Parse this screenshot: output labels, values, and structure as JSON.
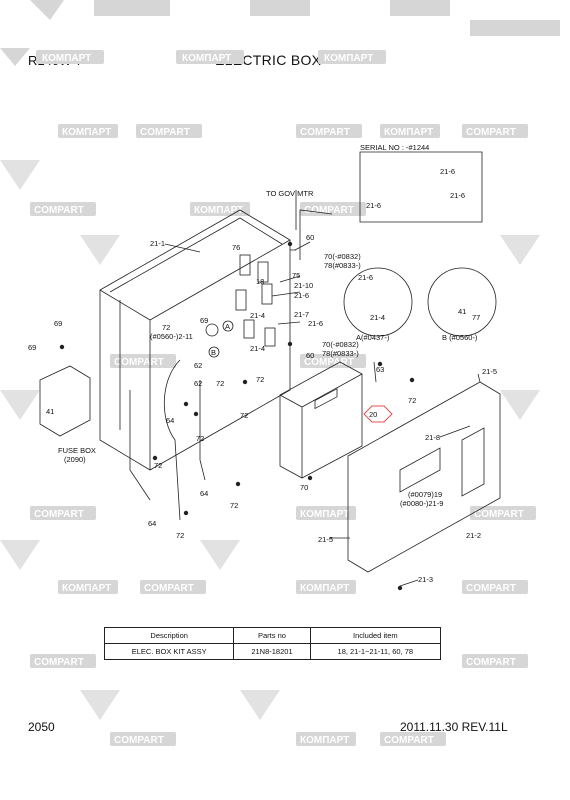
{
  "header": {
    "model": "R140W-7",
    "title": "ELECTRIC BOX"
  },
  "footer": {
    "page": "2050",
    "date_rev": "2011.11.30  REV.11L"
  },
  "watermarks": {
    "brand_a": "КОМПАРТ",
    "brand_b": "COMPART"
  },
  "labels": {
    "serial": "SERIAL NO : -#1244",
    "to_gov_mtr": "TO GOV MTR",
    "l21_1": "21-1",
    "l76": "76",
    "l60a": "60",
    "l70a": "70(-#0832)",
    "l78a": "78(#0833-)",
    "l75": "75",
    "l18": "18",
    "l21_10": "21-10",
    "l21_6a": "21-6",
    "l21_4a": "21-4",
    "l21_7": "21-7",
    "l21_6b": "21-6",
    "l21_4b": "21-4",
    "l69a": "69",
    "l72a": "72",
    "l0560": "(#0560-)2-11",
    "l69b": "69",
    "lA": "A",
    "lB": "B",
    "l62a": "62",
    "l62b": "62",
    "l72b": "72",
    "l72c": "72",
    "l72d": "72",
    "l72e": "72",
    "l60b": "60",
    "l70b": "70(-#0832)",
    "l78b": "78(#0833-)",
    "l69c": "69",
    "l41a": "41",
    "fuse_box": "FUSE BOX",
    "fuse_ref": "(2090)",
    "l64a": "64",
    "l64b": "64",
    "l64c": "64",
    "l72f": "72",
    "l72g": "72",
    "l72h": "72",
    "l21_6c": "21-6",
    "l21_6d": "21-6",
    "l21_6e": "21-6",
    "l21_6f": "21-6",
    "l21_4c": "21-4",
    "view_a": "A(#0437-)",
    "l41b": "41",
    "l77": "77",
    "view_b": "B (#0560-)",
    "l63": "63",
    "l72i": "72",
    "l20": "20",
    "l21_5a": "21-5",
    "l21_8": "21-8",
    "l70c": "70",
    "l19": "(#0079)19",
    "l21_9": "(#0080-)21-9",
    "l21_5b": "21-5",
    "l21_2": "21-2",
    "l21_3": "21-3"
  },
  "parts_table": {
    "headers": [
      "Description",
      "Parts no",
      "Included item"
    ],
    "rows": [
      [
        "ELEC. BOX KIT ASSY",
        "21N8-18201",
        "18, 21-1~21-11, 60, 78"
      ]
    ]
  },
  "colors": {
    "watermark_fill": "#d6d6d6",
    "highlight": "#e05050"
  }
}
